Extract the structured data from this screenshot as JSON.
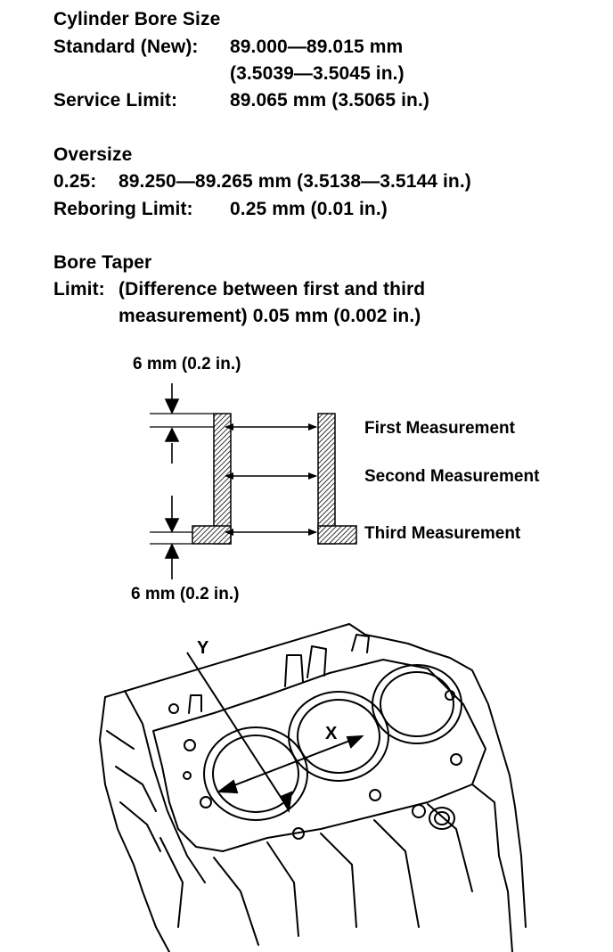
{
  "bore_size": {
    "heading": "Cylinder Bore Size",
    "standard_label": "Standard (New):",
    "standard_value": "89.000—89.015 mm",
    "standard_value_in": "(3.5039—3.5045 in.)",
    "service_label": "Service Limit:",
    "service_value": "89.065 mm (3.5065 in.)"
  },
  "oversize": {
    "heading": "Oversize",
    "size_label": "0.25:",
    "size_value": "89.250—89.265 mm (3.5138—3.5144 in.)",
    "reboring_label": "Reboring Limit:",
    "reboring_value": "0.25 mm (0.01 in.)"
  },
  "taper": {
    "heading": "Bore Taper",
    "limit_label": "Limit:",
    "limit_line1": "(Difference between first and third",
    "limit_line2": "measurement) 0.05 mm (0.002 in.)"
  },
  "diagram": {
    "top_offset": "6 mm (0.2 in.)",
    "bottom_offset": "6 mm (0.2 in.)",
    "first": "First Measurement",
    "second": "Second Measurement",
    "third": "Third Measurement"
  },
  "engine": {
    "axis_y": "Y",
    "axis_x": "X"
  }
}
